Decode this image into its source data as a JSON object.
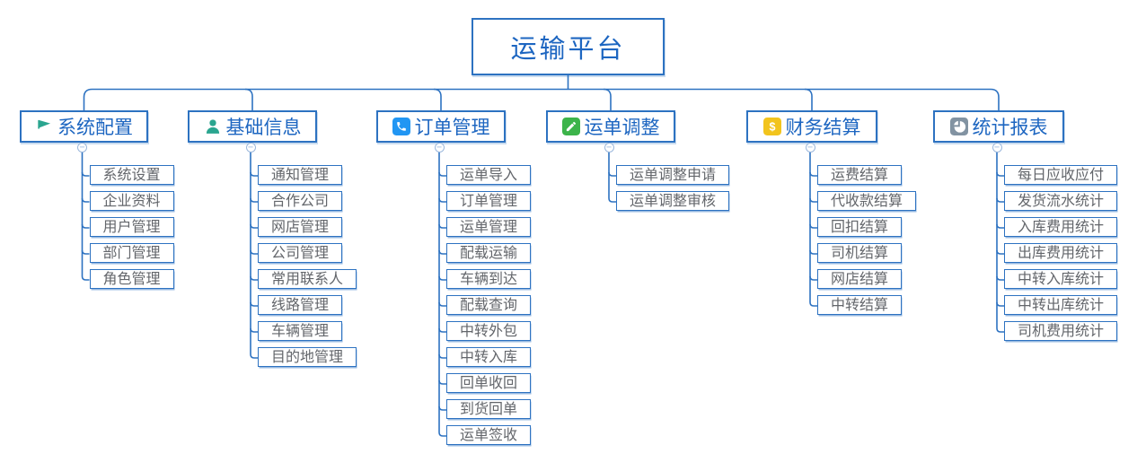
{
  "window_title": "运输平台",
  "root": {
    "label": "运输平台"
  },
  "collapse_glyph": "−",
  "colors": {
    "line_blue": "#2d72c1",
    "node_text_blue": "#1d66c1",
    "leaf_text_gray": "#63666b",
    "collapse_blue": "#9cb8dc"
  },
  "branches": [
    {
      "label": "系统配置",
      "icon": "flag-icon",
      "icon_color": "#2aa58f",
      "children": [
        "系统设置",
        "企业资料",
        "用户管理",
        "部门管理",
        "角色管理"
      ]
    },
    {
      "label": "基础信息",
      "icon": "user-icon",
      "icon_color": "#2aa58f",
      "children": [
        "通知管理",
        "合作公司",
        "网店管理",
        "公司管理",
        "常用联系人",
        "线路管理",
        "车辆管理",
        "目的地管理"
      ]
    },
    {
      "label": "订单管理",
      "icon": "phone-icon",
      "icon_color": "#2196f3",
      "children": [
        "运单导入",
        "订单管理",
        "运单管理",
        "配载运输",
        "车辆到达",
        "配载查询",
        "中转外包",
        "中转入库",
        "回单收回",
        "到货回单",
        "运单签收"
      ]
    },
    {
      "label": "运单调整",
      "icon": "pencil-icon",
      "icon_color": "#3cb44a",
      "children": [
        "运单调整申请",
        "运单调整审核"
      ]
    },
    {
      "label": "财务结算",
      "icon": "dollar-icon",
      "icon_color": "#f2c41d",
      "children": [
        "运费结算",
        "代收款结算",
        "回扣结算",
        "司机结算",
        "网店结算",
        "中转结算"
      ]
    },
    {
      "label": "统计报表",
      "icon": "pie-chart-icon",
      "icon_color": "#8293a2",
      "children": [
        "每日应收应付",
        "发货流水统计",
        "入库费用统计",
        "出库费用统计",
        "中转入库统计",
        "中转出库统计",
        "司机费用统计"
      ]
    }
  ]
}
